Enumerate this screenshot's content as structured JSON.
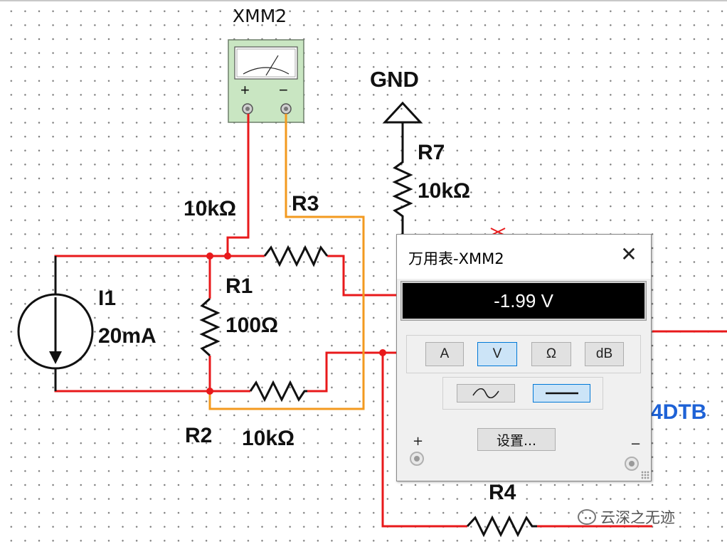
{
  "schematic": {
    "labels": {
      "xmm2": "XMM2",
      "gnd": "GND",
      "r7": "R7",
      "r7_value": "10kΩ",
      "r3": "R3",
      "r3_value": "10kΩ",
      "r1": "R1",
      "r1_value": "100Ω",
      "i1": "I1",
      "i1_value": "20mA",
      "r2": "R2",
      "r2_value": "10kΩ",
      "r4": "R4",
      "partial_part": "4DTB"
    },
    "meter_icon": {
      "plus": "+",
      "minus": "−"
    },
    "colors": {
      "wire": "#e8191b",
      "probe_wire_neg": "#f39a1f",
      "meter_body": "#c9e6c2",
      "label_blue": "#1e62d6"
    }
  },
  "multimeter_dialog": {
    "title": "万用表-XMM2",
    "close_glyph": "✕",
    "reading": "-1.99 V",
    "mode_buttons": [
      {
        "label": "A",
        "active": false
      },
      {
        "label": "V",
        "active": true
      },
      {
        "label": "Ω",
        "active": false
      },
      {
        "label": "dB",
        "active": false
      }
    ],
    "signal_buttons": [
      {
        "icon": "ac-wave-icon",
        "active": false
      },
      {
        "icon": "dc-line-icon",
        "active": true
      }
    ],
    "settings_label": "设置...",
    "terminal_plus": "+",
    "terminal_minus": "−"
  },
  "watermark": {
    "text": "云深之无迹"
  }
}
